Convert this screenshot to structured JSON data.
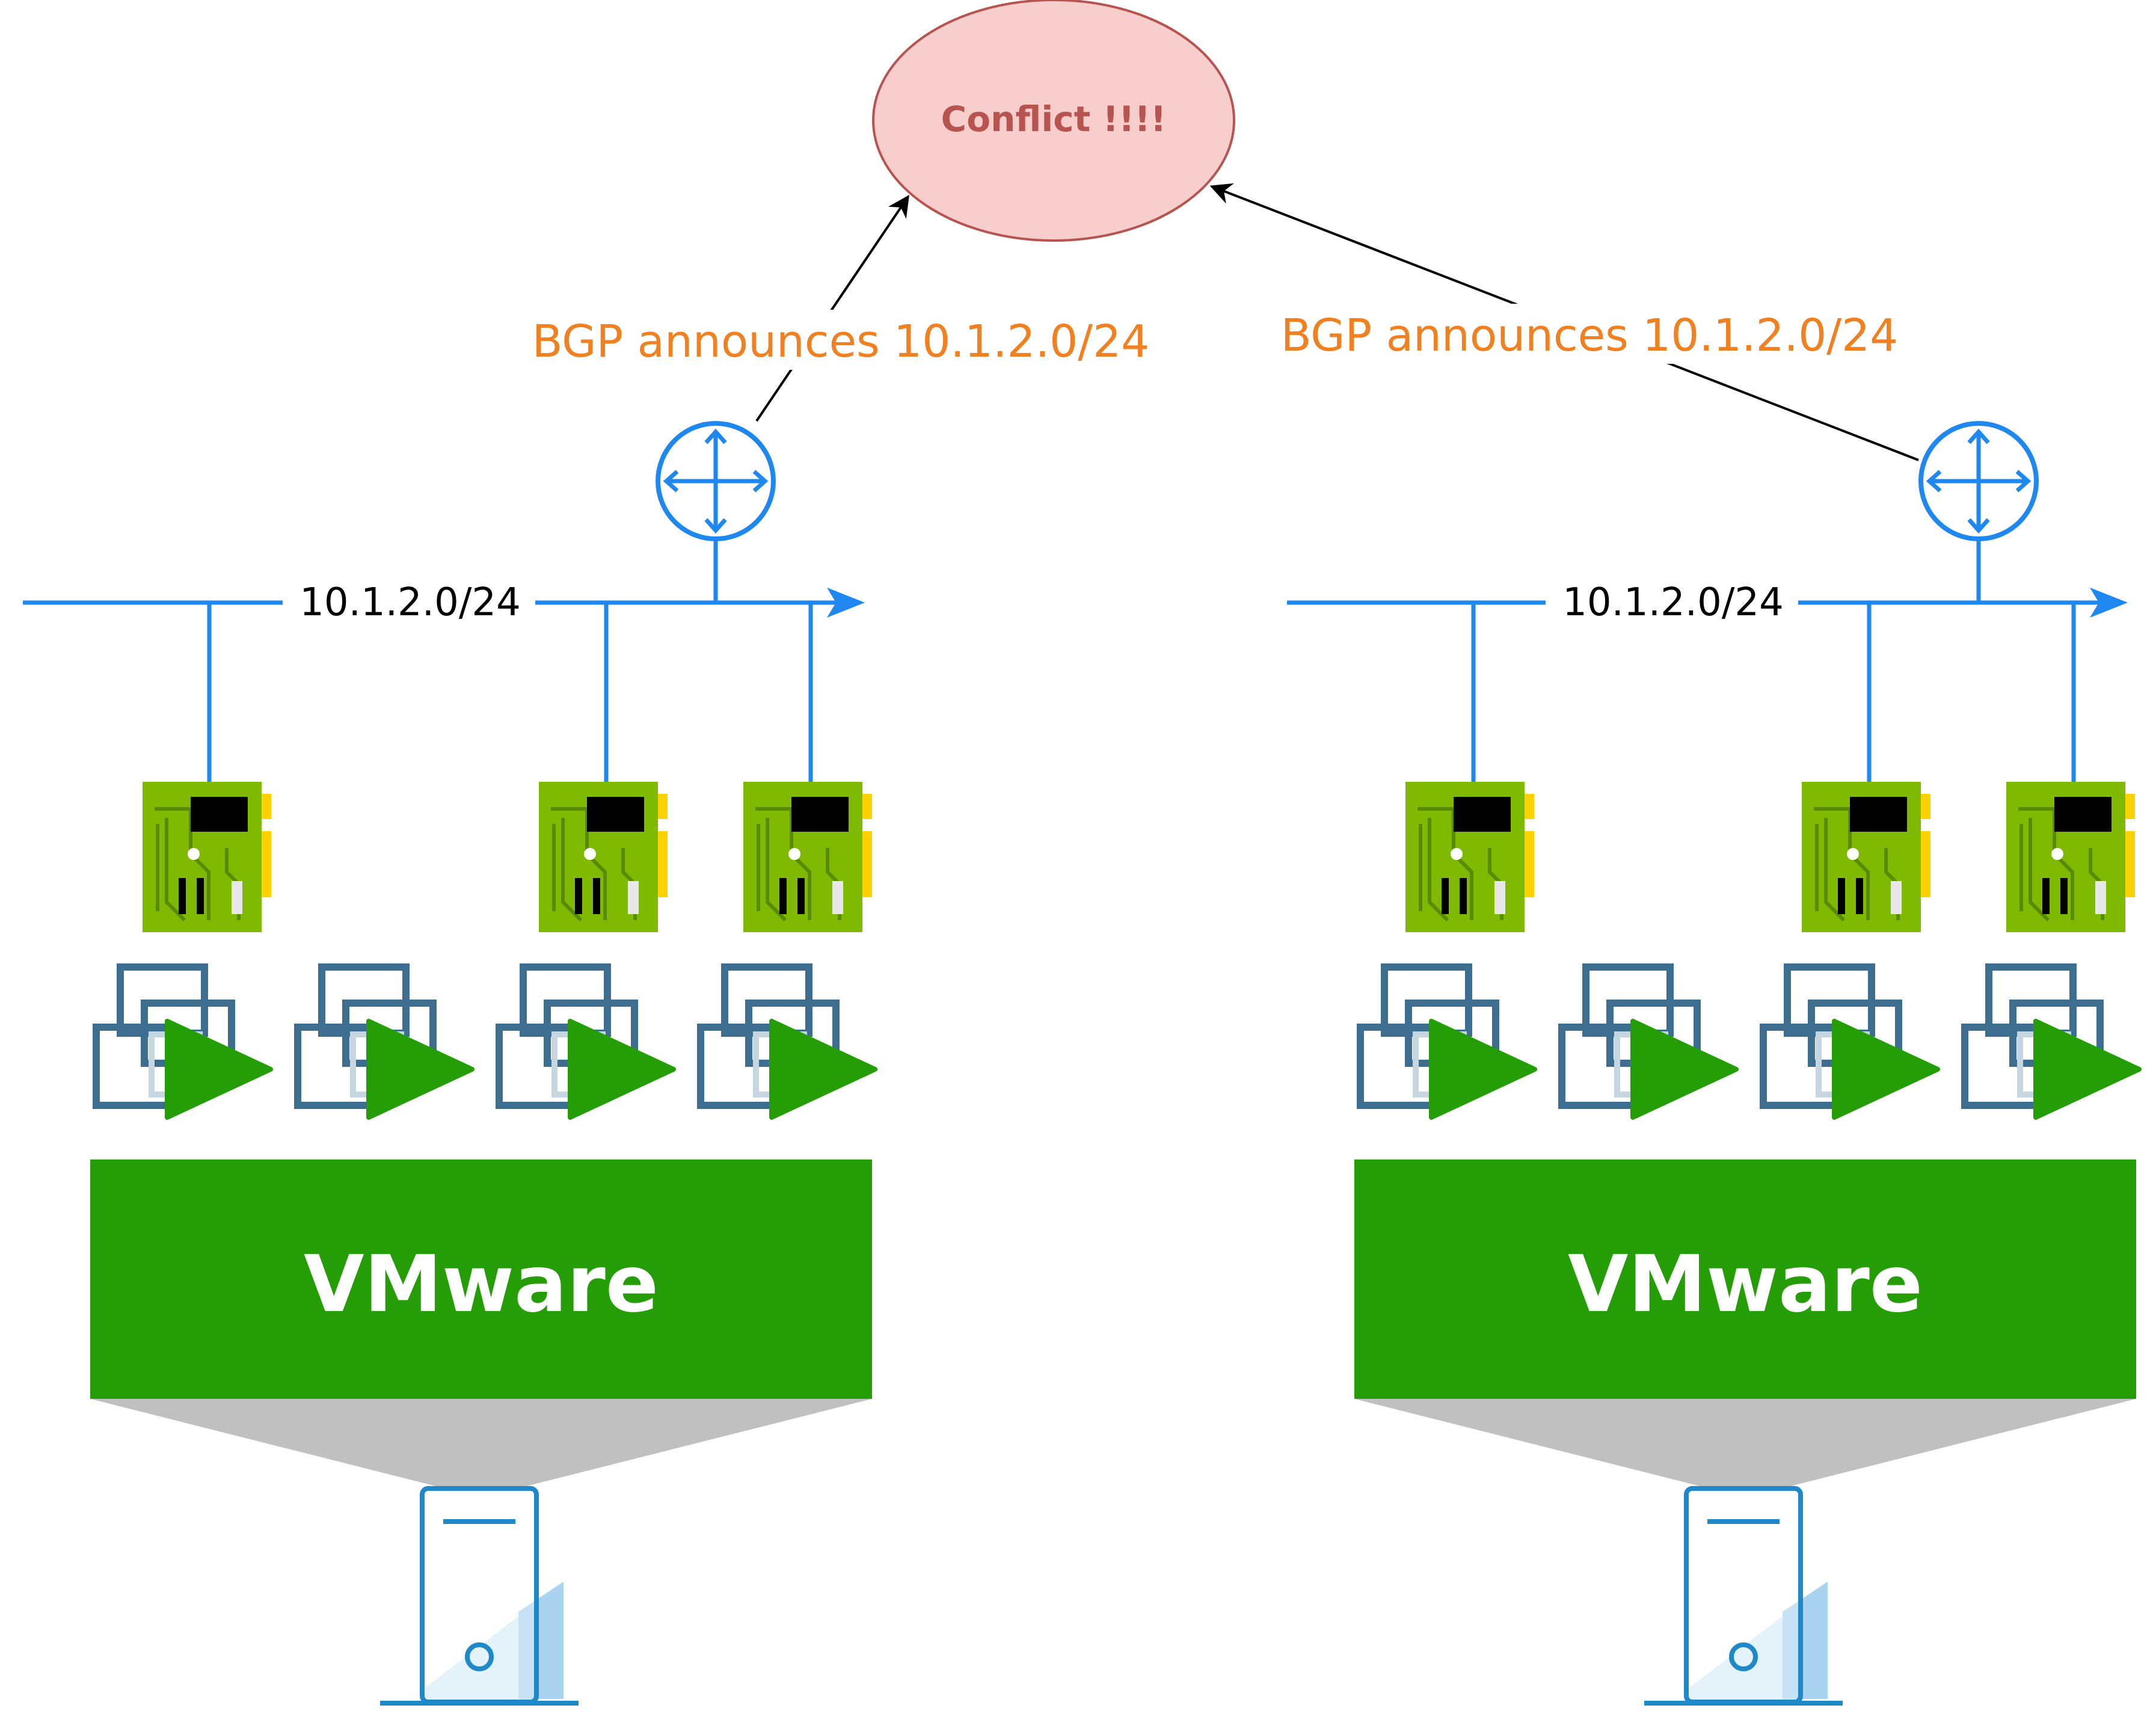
{
  "conflict": {
    "label": "Conflict !!!!",
    "fill": "#f8cecc",
    "stroke": "#b85450",
    "text_color": "#b85450"
  },
  "announcements": [
    {
      "label": "BGP announces 10.1.2.0/24"
    },
    {
      "label": "BGP announces 10.1.2.0/24"
    }
  ],
  "sites": [
    {
      "subnet_label": "10.1.2.0/24",
      "hypervisor_label": "VMware",
      "vm_count": 4,
      "nic_count": 3
    },
    {
      "subnet_label": "10.1.2.0/24",
      "hypervisor_label": "VMware",
      "vm_count": 4,
      "nic_count": 3
    }
  ],
  "colors": {
    "network_line": "#1e87f0",
    "router": "#1e87f0",
    "bgp_text": "#f08020",
    "vmware_green": "#259d06",
    "nic_green": "#7fba00",
    "vm_frame": "#3d6e8f",
    "server_blue": "#1e88c9"
  },
  "icons": {
    "router": "router-icon",
    "nic": "network-card-icon",
    "vm": "virtual-machine-icon",
    "server": "server-icon"
  }
}
